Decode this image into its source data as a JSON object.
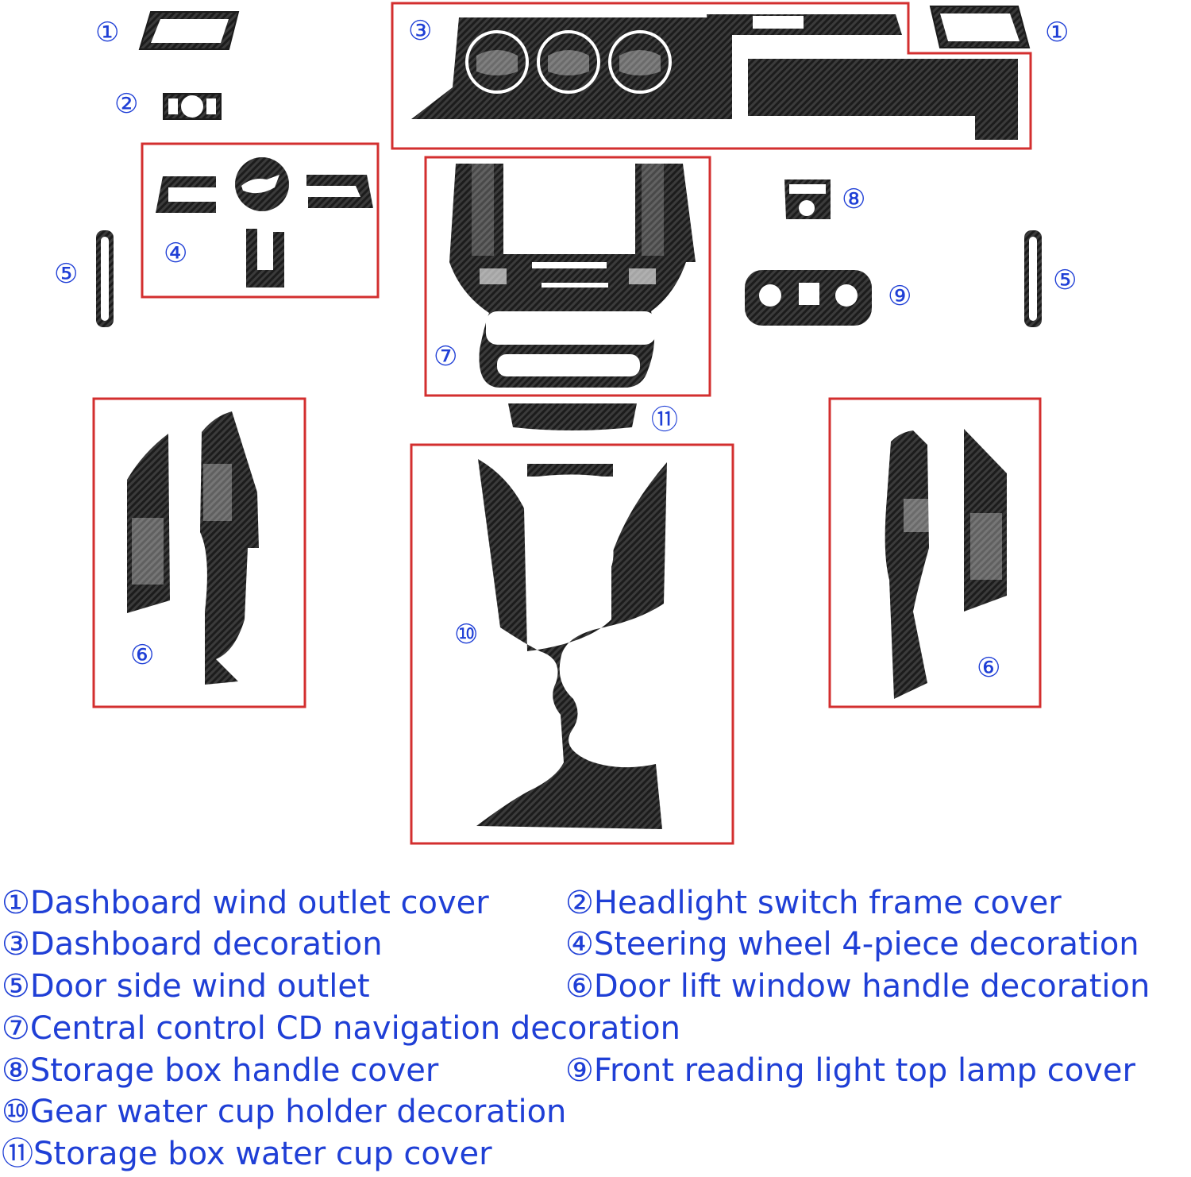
{
  "callouts": {
    "c1_left": "①",
    "c1_right": "①",
    "c2": "②",
    "c3": "③",
    "c4": "④",
    "c5_left": "⑤",
    "c5_right": "⑤",
    "c6_left": "⑥",
    "c6_right": "⑥",
    "c7": "⑦",
    "c8": "⑧",
    "c9": "⑨",
    "c10": "⑩",
    "c11": "⑪"
  },
  "legend": {
    "item1": "①Dashboard wind outlet cover",
    "item2": "②Headlight switch frame cover",
    "item3": "③Dashboard decoration",
    "item4": "④Steering wheel 4-piece decoration",
    "item5": "⑤Door side wind outlet",
    "item6": "⑥Door lift window handle decoration",
    "item7": "⑦Central control CD navigation decoration",
    "item8": "⑧Storage box handle cover",
    "item9": "⑨Front reading light top lamp cover",
    "item10": "⑩Gear water cup holder decoration",
    "item11": "⑪Storage box water cup cover"
  },
  "colors": {
    "callout_text": "#1f3fd6",
    "group_frame": "#d32f2f",
    "part_fill": "#1c1c1c",
    "part_outline": "#ffffff"
  }
}
